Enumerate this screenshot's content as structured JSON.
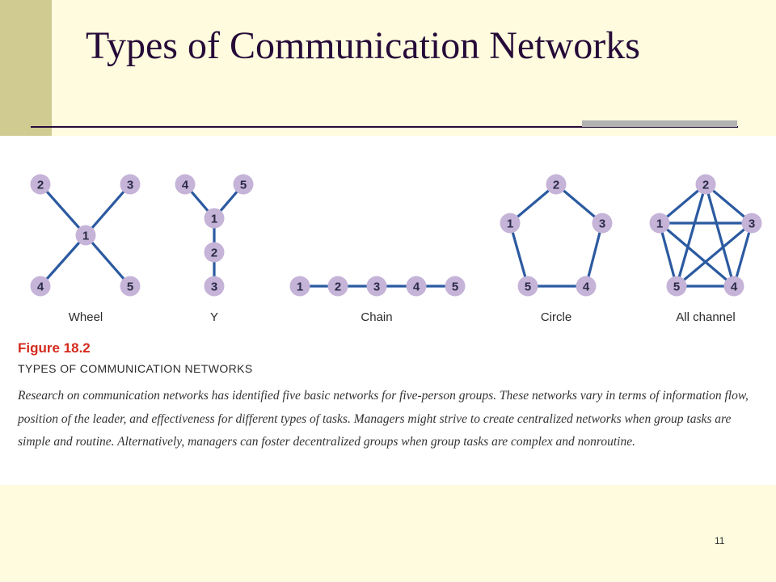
{
  "slide": {
    "title": "Types of Communication Networks",
    "number": "11",
    "colors": {
      "background": "#fefbde",
      "title": "#260b39",
      "left_bar": "#d0cb91",
      "accent_bar": "#b2b2b2"
    }
  },
  "figure": {
    "label": "Figure 18.2",
    "title": "TYPES OF COMMUNICATION NETWORKS",
    "caption": "Research on communication networks has identified five basic networks for five-person groups. These networks vary in terms of information flow, position of the leader, and effectiveness for different types of tasks. Managers might strive to create centralized networks when group tasks are simple and routine. Alternatively, managers can foster decentralized groups when group tasks are complex and nonroutine.",
    "colors": {
      "edge": "#2b5aa0",
      "node": "#c5b3d8",
      "figure_label": "#d42a1e"
    },
    "networks": [
      {
        "key": "wheel",
        "name": "Wheel",
        "nodes": [
          "2",
          "3",
          "1",
          "4",
          "5"
        ],
        "edges": [
          [
            "1",
            "2"
          ],
          [
            "1",
            "3"
          ],
          [
            "1",
            "4"
          ],
          [
            "1",
            "5"
          ]
        ]
      },
      {
        "key": "y",
        "name": "Y",
        "nodes": [
          "4",
          "5",
          "1",
          "2",
          "3"
        ],
        "edges": [
          [
            "4",
            "1"
          ],
          [
            "5",
            "1"
          ],
          [
            "1",
            "2"
          ],
          [
            "2",
            "3"
          ]
        ]
      },
      {
        "key": "chain",
        "name": "Chain",
        "nodes": [
          "1",
          "2",
          "3",
          "4",
          "5"
        ],
        "edges": [
          [
            "1",
            "2"
          ],
          [
            "2",
            "3"
          ],
          [
            "3",
            "4"
          ],
          [
            "4",
            "5"
          ]
        ]
      },
      {
        "key": "circle",
        "name": "Circle",
        "nodes": [
          "2",
          "1",
          "3",
          "5",
          "4"
        ],
        "edges": [
          [
            "2",
            "3"
          ],
          [
            "3",
            "4"
          ],
          [
            "4",
            "5"
          ],
          [
            "5",
            "1"
          ],
          [
            "1",
            "2"
          ]
        ]
      },
      {
        "key": "all-channel",
        "name": "All channel",
        "nodes": [
          "2",
          "1",
          "3",
          "5",
          "4"
        ],
        "edges": [
          [
            "1",
            "2"
          ],
          [
            "1",
            "3"
          ],
          [
            "1",
            "4"
          ],
          [
            "1",
            "5"
          ],
          [
            "2",
            "3"
          ],
          [
            "2",
            "4"
          ],
          [
            "2",
            "5"
          ],
          [
            "3",
            "4"
          ],
          [
            "3",
            "5"
          ],
          [
            "4",
            "5"
          ]
        ]
      }
    ]
  }
}
